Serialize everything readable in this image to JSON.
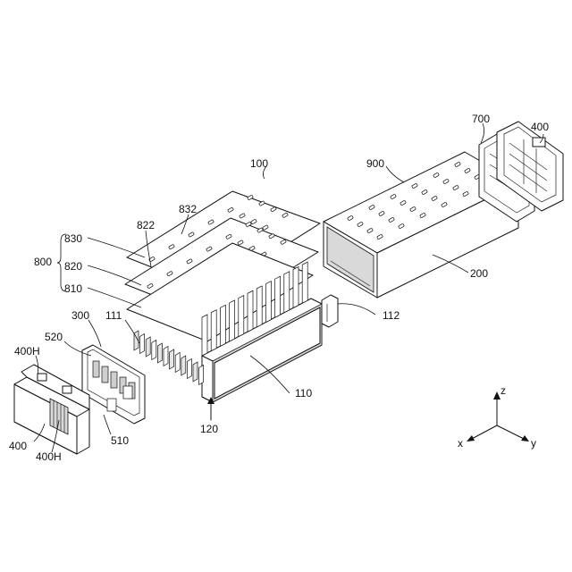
{
  "labels": {
    "l100": "100",
    "l700": "700",
    "l400_top": "400",
    "l900": "900",
    "l832": "832",
    "l822": "822",
    "l830": "830",
    "l800": "800",
    "l820": "820",
    "l810": "810",
    "l200": "200",
    "l300": "300",
    "l111": "111",
    "l112": "112",
    "l520": "520",
    "l400H_top": "400H",
    "l110": "110",
    "l400_bottom": "400",
    "l510": "510",
    "l400H_bottom": "400H",
    "l120": "120"
  },
  "axes": {
    "z": "z",
    "x": "x",
    "y": "y"
  }
}
